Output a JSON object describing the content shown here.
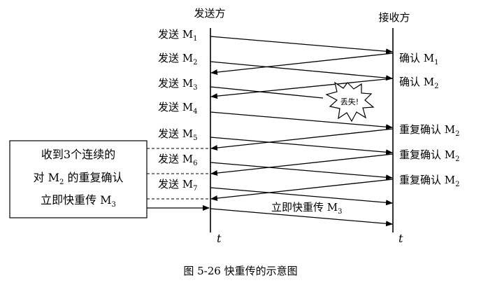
{
  "sender": {
    "title": "发送方",
    "axis_label": "t"
  },
  "receiver": {
    "title": "接收方",
    "axis_label": "t"
  },
  "send_labels": [
    {
      "text": "发送 M",
      "sub": "1"
    },
    {
      "text": "发送 M",
      "sub": "2"
    },
    {
      "text": "发送 M",
      "sub": "3"
    },
    {
      "text": "发送 M",
      "sub": "4"
    },
    {
      "text": "发送 M",
      "sub": "5"
    },
    {
      "text": "发送 M",
      "sub": "6"
    },
    {
      "text": "发送 M",
      "sub": "7"
    }
  ],
  "ack_labels": [
    {
      "text": "确认 M",
      "sub": "1"
    },
    {
      "text": "确认 M",
      "sub": "2"
    },
    {
      "text": "重复确认 M",
      "sub": "2"
    },
    {
      "text": "重复确认 M",
      "sub": "2"
    },
    {
      "text": "重复确认 M",
      "sub": "2"
    }
  ],
  "lost_label": "丢失!",
  "retransmit_label": {
    "text": "立即快重传 M",
    "sub": "3"
  },
  "note_box": {
    "line1": "收到3个连续的",
    "line2_pre": "对 M",
    "line2_sub": "2",
    "line2_post": " 的重复确认",
    "line3_pre": "立即快重传 M",
    "line3_sub": "3"
  },
  "caption": "图 5-26   快重传的示意图"
}
